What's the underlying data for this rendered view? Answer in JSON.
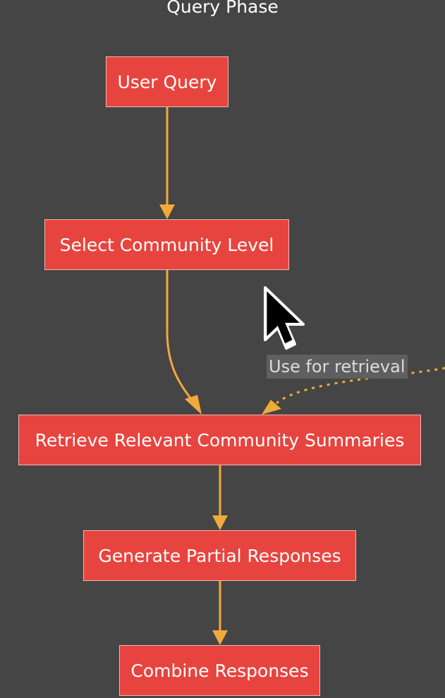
{
  "diagram": {
    "title": "Query Phase",
    "nodes": {
      "user_query": "User Query",
      "select_level": "Select Community Level",
      "retrieve": "Retrieve Relevant Community Summaries",
      "generate": "Generate Partial Responses",
      "combine": "Combine Responses"
    },
    "edge_label": "Use for retrieval",
    "edges": [
      {
        "from": "User Query",
        "to": "Select Community Level",
        "style": "solid"
      },
      {
        "from": "Select Community Level",
        "to": "Retrieve Relevant Community Summaries",
        "style": "solid"
      },
      {
        "from": "(offscreen)",
        "to": "Retrieve Relevant Community Summaries",
        "style": "dotted",
        "label": "Use for retrieval"
      },
      {
        "from": "Retrieve Relevant Community Summaries",
        "to": "Generate Partial Responses",
        "style": "solid"
      },
      {
        "from": "Generate Partial Responses",
        "to": "Combine Responses",
        "style": "solid"
      }
    ]
  },
  "colors": {
    "background": "#454545",
    "node_fill": "#e8443f",
    "node_border": "#f2b6b2",
    "edge": "#f2a93b",
    "text": "#ffffff"
  }
}
